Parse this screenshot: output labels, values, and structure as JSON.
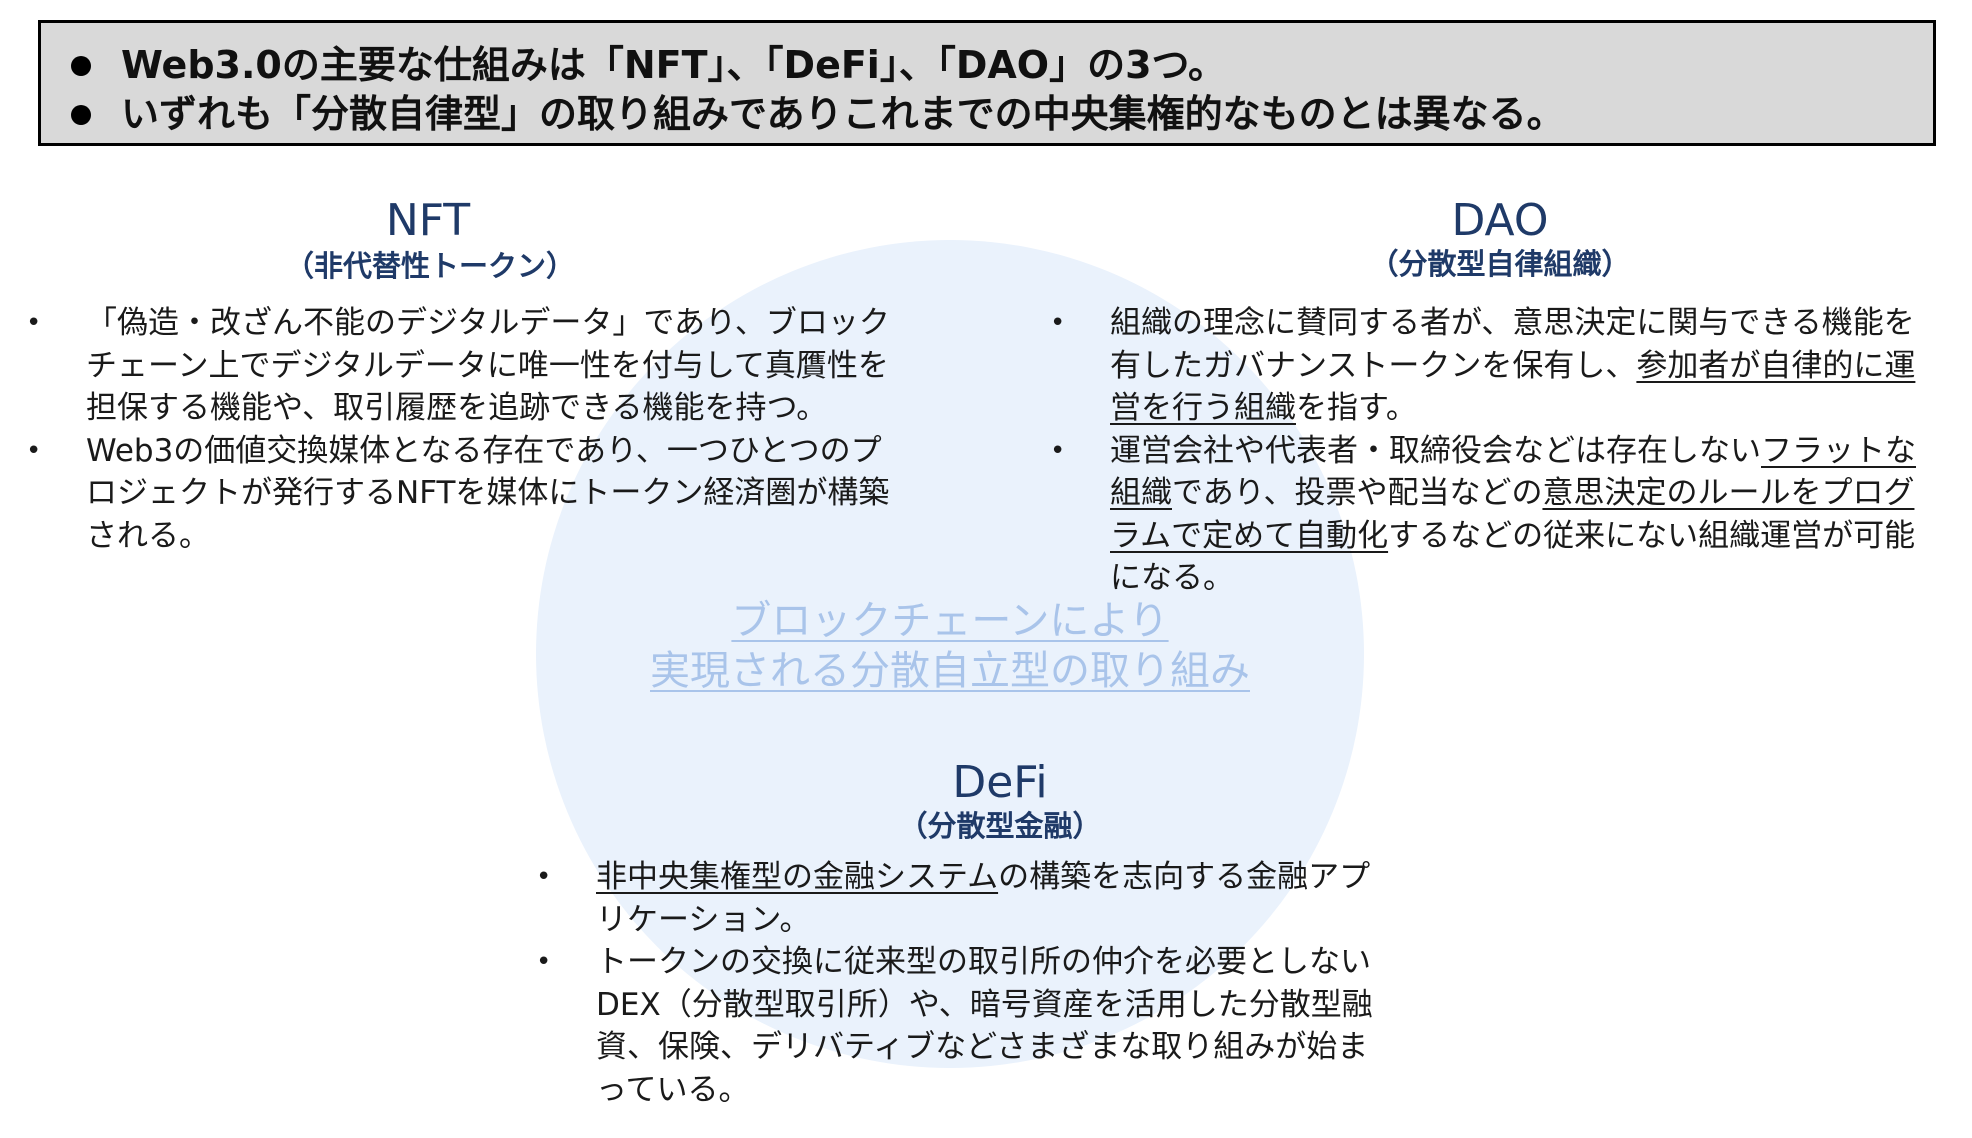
{
  "summary": {
    "line1": "Web3.0の主要な仕組みは「NFT」、「DeFi」、「DAO」の3つ。",
    "line2": "いずれも「分散自律型」の取り組みでありこれまでの中央集権的なものとは異なる。"
  },
  "center": {
    "line1": "ブロックチェーンにより",
    "line2": "実現される分散自立型の取り組み"
  },
  "nft": {
    "title": "NFT",
    "subtitle": "（非代替性トークン）",
    "b1": "「偽造・改ざん不能のデジタルデータ」であり、ブロックチェーン上でデジタルデータに唯一性を付与して真贋性を担保する機能や、取引履歴を追跡できる機能を持つ。",
    "b2": "Web3の価値交換媒体となる存在であり、一つひとつのプロジェクトが発行するNFTを媒体にトークン経済圏が構築される。"
  },
  "dao": {
    "title": "DAO",
    "subtitle": "（分散型自律組織）",
    "b1_a": "組織の理念に賛同する者が、意思決定に関与できる機能を有したガバナンストークンを保有し、",
    "b1_u": "参加者が自律的に運営を行う組織",
    "b1_b": "を指す。",
    "b2_a": "運営会社や代表者・取締役会などは存在しない",
    "b2_u1": "フラットな組織",
    "b2_b": "であり、投票や配当などの",
    "b2_u2": "意思決定のルールをプログラムで定めて自動化",
    "b2_c": "するなどの従来にない組織運営が可能になる。"
  },
  "defi": {
    "title": "DeFi",
    "subtitle": "（分散型金融）",
    "b1_u": "非中央集権型の金融システム",
    "b1_a": "の構築を志向する金融アプリケーション。",
    "b2": "トークンの交換に従来型の取引所の仲介を必要としないDEX（分散型取引所）や、暗号資産を活用した分散型融資、保険、デリバティブなどさまざまな取り組みが始まっている。"
  },
  "colors": {
    "title": "#1f3a68",
    "circle": "#eaf2fc",
    "center_text": "#a9c4ea",
    "summary_bg": "#d9d9d9"
  }
}
